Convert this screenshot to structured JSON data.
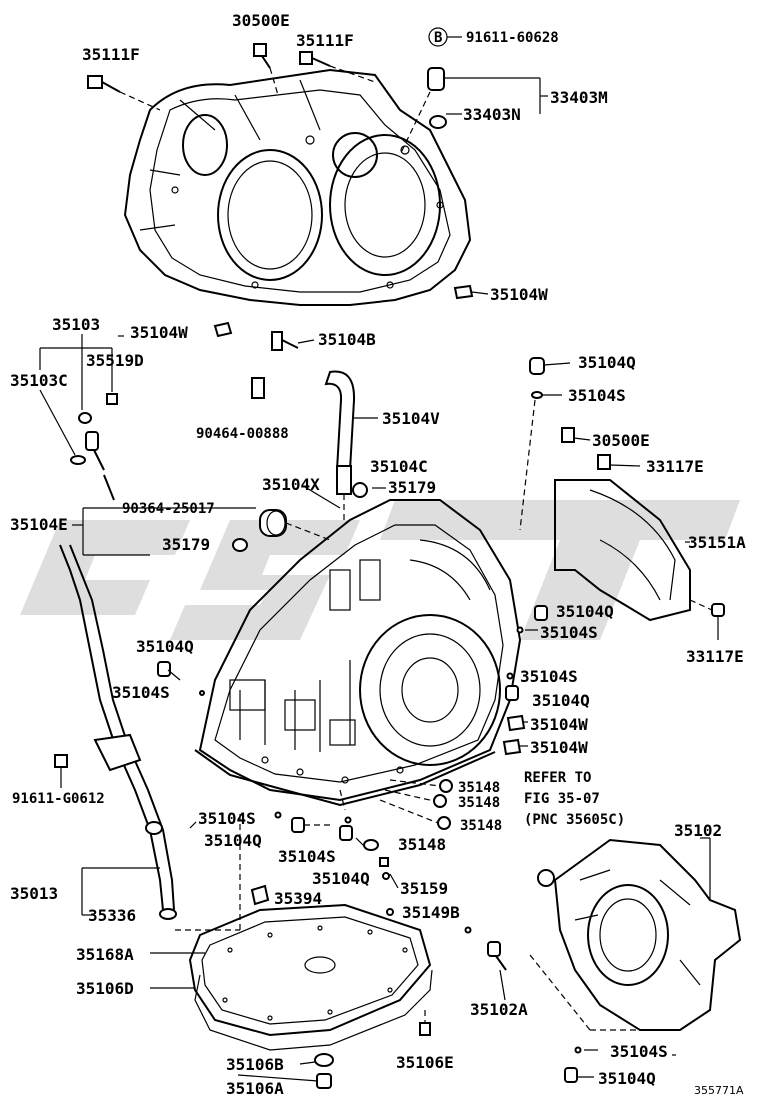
{
  "diagram": {
    "figure_code": "355771A",
    "refer_note": [
      "REFER TO",
      "FIG 35-07",
      "(PNC 35605C)"
    ],
    "circle_letter": "B",
    "labels": {
      "l_30500E_top": "30500E",
      "l_35111F_left": "35111F",
      "l_35111F_right": "35111F",
      "l_91611_60628": "91611-60628",
      "l_33403M": "33403M",
      "l_33403N": "33403N",
      "l_35104W_a": "35104W",
      "l_35104W_b": "35104W",
      "l_35103": "35103",
      "l_35519D": "35519D",
      "l_35103C": "35103C",
      "l_35104B": "35104B",
      "l_35104Q_a": "35104Q",
      "l_35104S_a": "35104S",
      "l_90464_00888": "90464-00888",
      "l_35104V": "35104V",
      "l_30500E_right": "30500E",
      "l_33117E_a": "33117E",
      "l_35104C": "35104C",
      "l_35104X": "35104X",
      "l_35179_a": "35179",
      "l_35104E": "35104E",
      "l_90364_25017": "90364-25017",
      "l_35179_b": "35179",
      "l_35151A": "35151A",
      "l_35104Q_b": "35104Q",
      "l_35104S_b": "35104S",
      "l_33117E_b": "33117E",
      "l_35104Q_c": "35104Q",
      "l_35104S_c": "35104S",
      "l_35104S_d": "35104S",
      "l_35104Q_d": "35104Q",
      "l_35104W_c": "35104W",
      "l_35104W_d": "35104W",
      "l_91611_G0612": "91611-G0612",
      "l_35148_a": "35148",
      "l_35148_b": "35148",
      "l_35148_c": "35148",
      "l_35104S_e": "35104S",
      "l_35104Q_e": "35104Q",
      "l_35104S_f": "35104S",
      "l_35148_d": "35148",
      "l_35102": "35102",
      "l_35104Q_f": "35104Q",
      "l_35159": "35159",
      "l_35013": "35013",
      "l_35394": "35394",
      "l_35336": "35336",
      "l_35149B": "35149B",
      "l_35168A": "35168A",
      "l_35106D": "35106D",
      "l_35102A": "35102A",
      "l_35106B": "35106B",
      "l_35106E": "35106E",
      "l_35104S_g": "35104S",
      "l_35106A": "35106A",
      "l_35104Q_g": "35104Q"
    }
  }
}
